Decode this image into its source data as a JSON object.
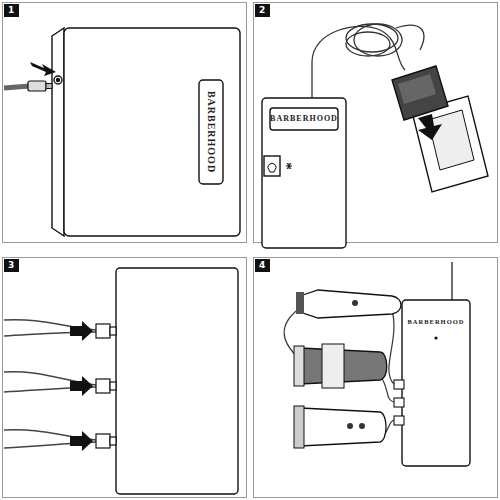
{
  "diagram": {
    "nodes": [
      {
        "text": [
          "1"
        ]
      },
      {
        "text": [
          "2"
        ]
      },
      {
        "text": [
          "3"
        ]
      },
      {
        "text": [
          "4"
        ]
      }
    ],
    "labels": [
      "BARBERHOOD",
      "BARBERHOOD",
      "BARBERHOOD"
    ]
  }
}
